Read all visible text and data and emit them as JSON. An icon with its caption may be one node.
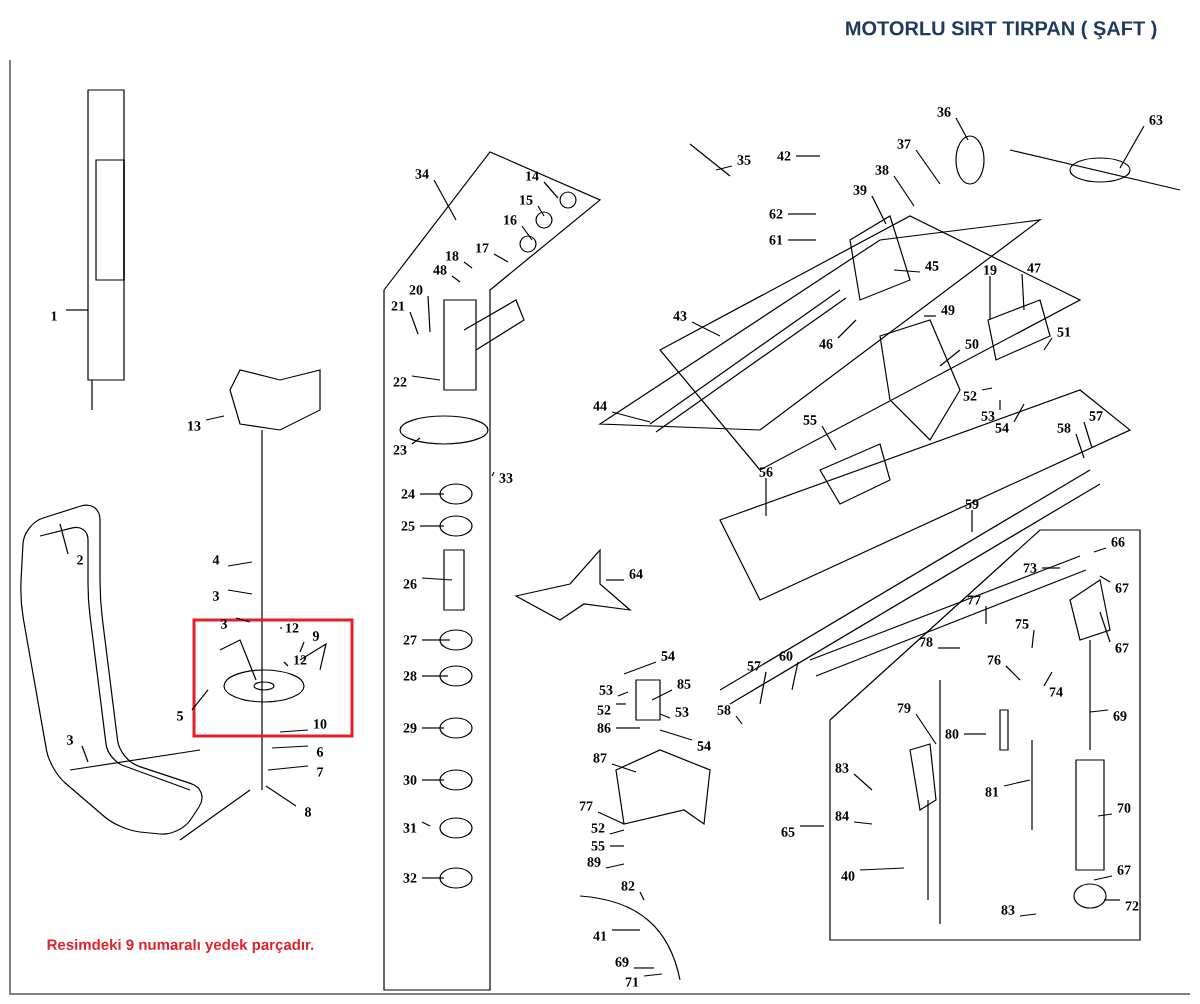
{
  "diagram": {
    "title": "MOTORLU SIRT TIRPAN ( ŞAFT )",
    "labels": [
      "1",
      "13",
      "2",
      "4",
      "3",
      "3",
      "12",
      "9",
      "12",
      "5",
      "10",
      "6",
      "7",
      "8",
      "3",
      "34",
      "14",
      "15",
      "16",
      "17",
      "18",
      "48",
      "20",
      "21",
      "22",
      "23",
      "33",
      "24",
      "25",
      "26",
      "27",
      "28",
      "29",
      "30",
      "31",
      "32",
      "35",
      "43",
      "44",
      "42",
      "62",
      "61",
      "39",
      "38",
      "37",
      "36",
      "63",
      "45",
      "46",
      "49",
      "19",
      "47",
      "51",
      "50",
      "52",
      "53",
      "54",
      "55",
      "56",
      "58",
      "57",
      "59",
      "64",
      "54",
      "53",
      "52",
      "85",
      "53",
      "86",
      "54",
      "87",
      "77",
      "52",
      "55",
      "89",
      "82",
      "41",
      "69",
      "71",
      "58",
      "60",
      "57",
      "66",
      "73",
      "67",
      "67",
      "77",
      "75",
      "78",
      "76",
      "74",
      "79",
      "80",
      "69",
      "83",
      "84",
      "65",
      "81",
      "70",
      "40",
      "67",
      "83",
      "72",
      "Resimdeki 9 numaralı yedek parçadır."
    ]
  }
}
